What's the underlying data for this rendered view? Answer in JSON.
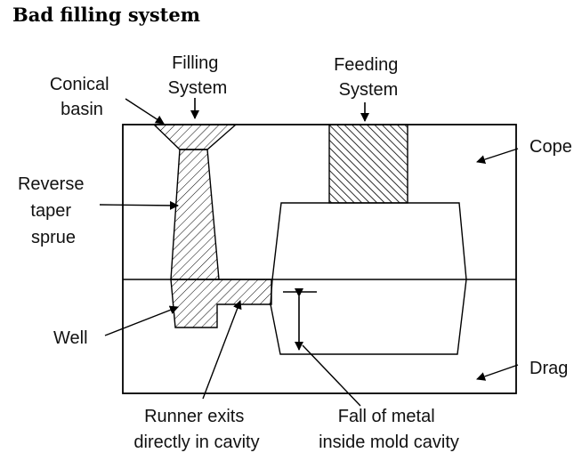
{
  "title": "Bad filling system",
  "labels": {
    "conical_basin": [
      "Conical",
      "basin"
    ],
    "filling_system": [
      "Filling",
      "System"
    ],
    "feeding_system": [
      "Feeding",
      "System"
    ],
    "cope": "Cope",
    "reverse_taper_sprue": [
      "Reverse",
      "taper",
      "sprue"
    ],
    "well": "Well",
    "drag": "Drag",
    "runner_exits": [
      "Runner exits",
      "directly in cavity"
    ],
    "fall_of_metal": [
      "Fall of metal",
      "inside mold cavity"
    ]
  }
}
